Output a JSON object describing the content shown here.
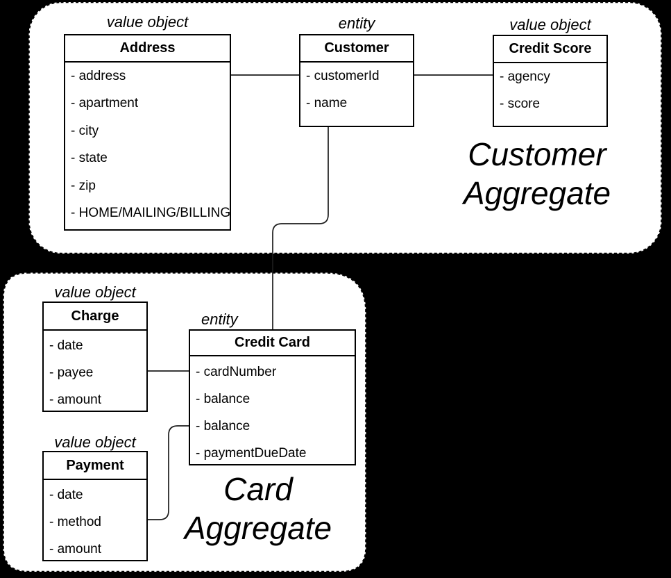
{
  "diagram": {
    "type": "domain-driven-design class diagram",
    "background": "#000000"
  },
  "aggregates": [
    {
      "name": "Customer Aggregate",
      "name_lines": [
        "Customer",
        "Aggregate"
      ],
      "boxes": [
        {
          "stereotype": "value object",
          "title": "Address",
          "attributes": [
            "- address",
            "- apartment",
            "- city",
            "- state",
            "- zip",
            "- HOME/MAILING/BILLING"
          ]
        },
        {
          "stereotype": "entity",
          "title": "Customer",
          "attributes": [
            "- customerId",
            "- name"
          ]
        },
        {
          "stereotype": "value object",
          "title": "Credit Score",
          "attributes": [
            "- agency",
            "- score"
          ]
        }
      ]
    },
    {
      "name": "Card Aggregate",
      "name_lines": [
        "Card",
        "Aggregate"
      ],
      "boxes": [
        {
          "stereotype": "value object",
          "title": "Charge",
          "attributes": [
            "- date",
            "- payee",
            "- amount"
          ]
        },
        {
          "stereotype": "entity",
          "title": "Credit Card",
          "attributes": [
            "- cardNumber",
            "- balance",
            "- balance",
            "- paymentDueDate"
          ]
        },
        {
          "stereotype": "value object",
          "title": "Payment",
          "attributes": [
            "- date",
            "- method",
            "- amount"
          ]
        }
      ]
    }
  ],
  "connections": [
    {
      "from": "Address",
      "to": "Customer"
    },
    {
      "from": "Customer",
      "to": "Credit Score"
    },
    {
      "from": "Customer",
      "to": "Credit Card"
    },
    {
      "from": "Charge",
      "to": "Credit Card"
    },
    {
      "from": "Payment",
      "to": "Credit Card"
    }
  ],
  "colors": {
    "background": "#000000",
    "container_fill": "#ffffff",
    "container_border": "#000000",
    "connector": "#1c1c1c",
    "text": "#000000"
  }
}
